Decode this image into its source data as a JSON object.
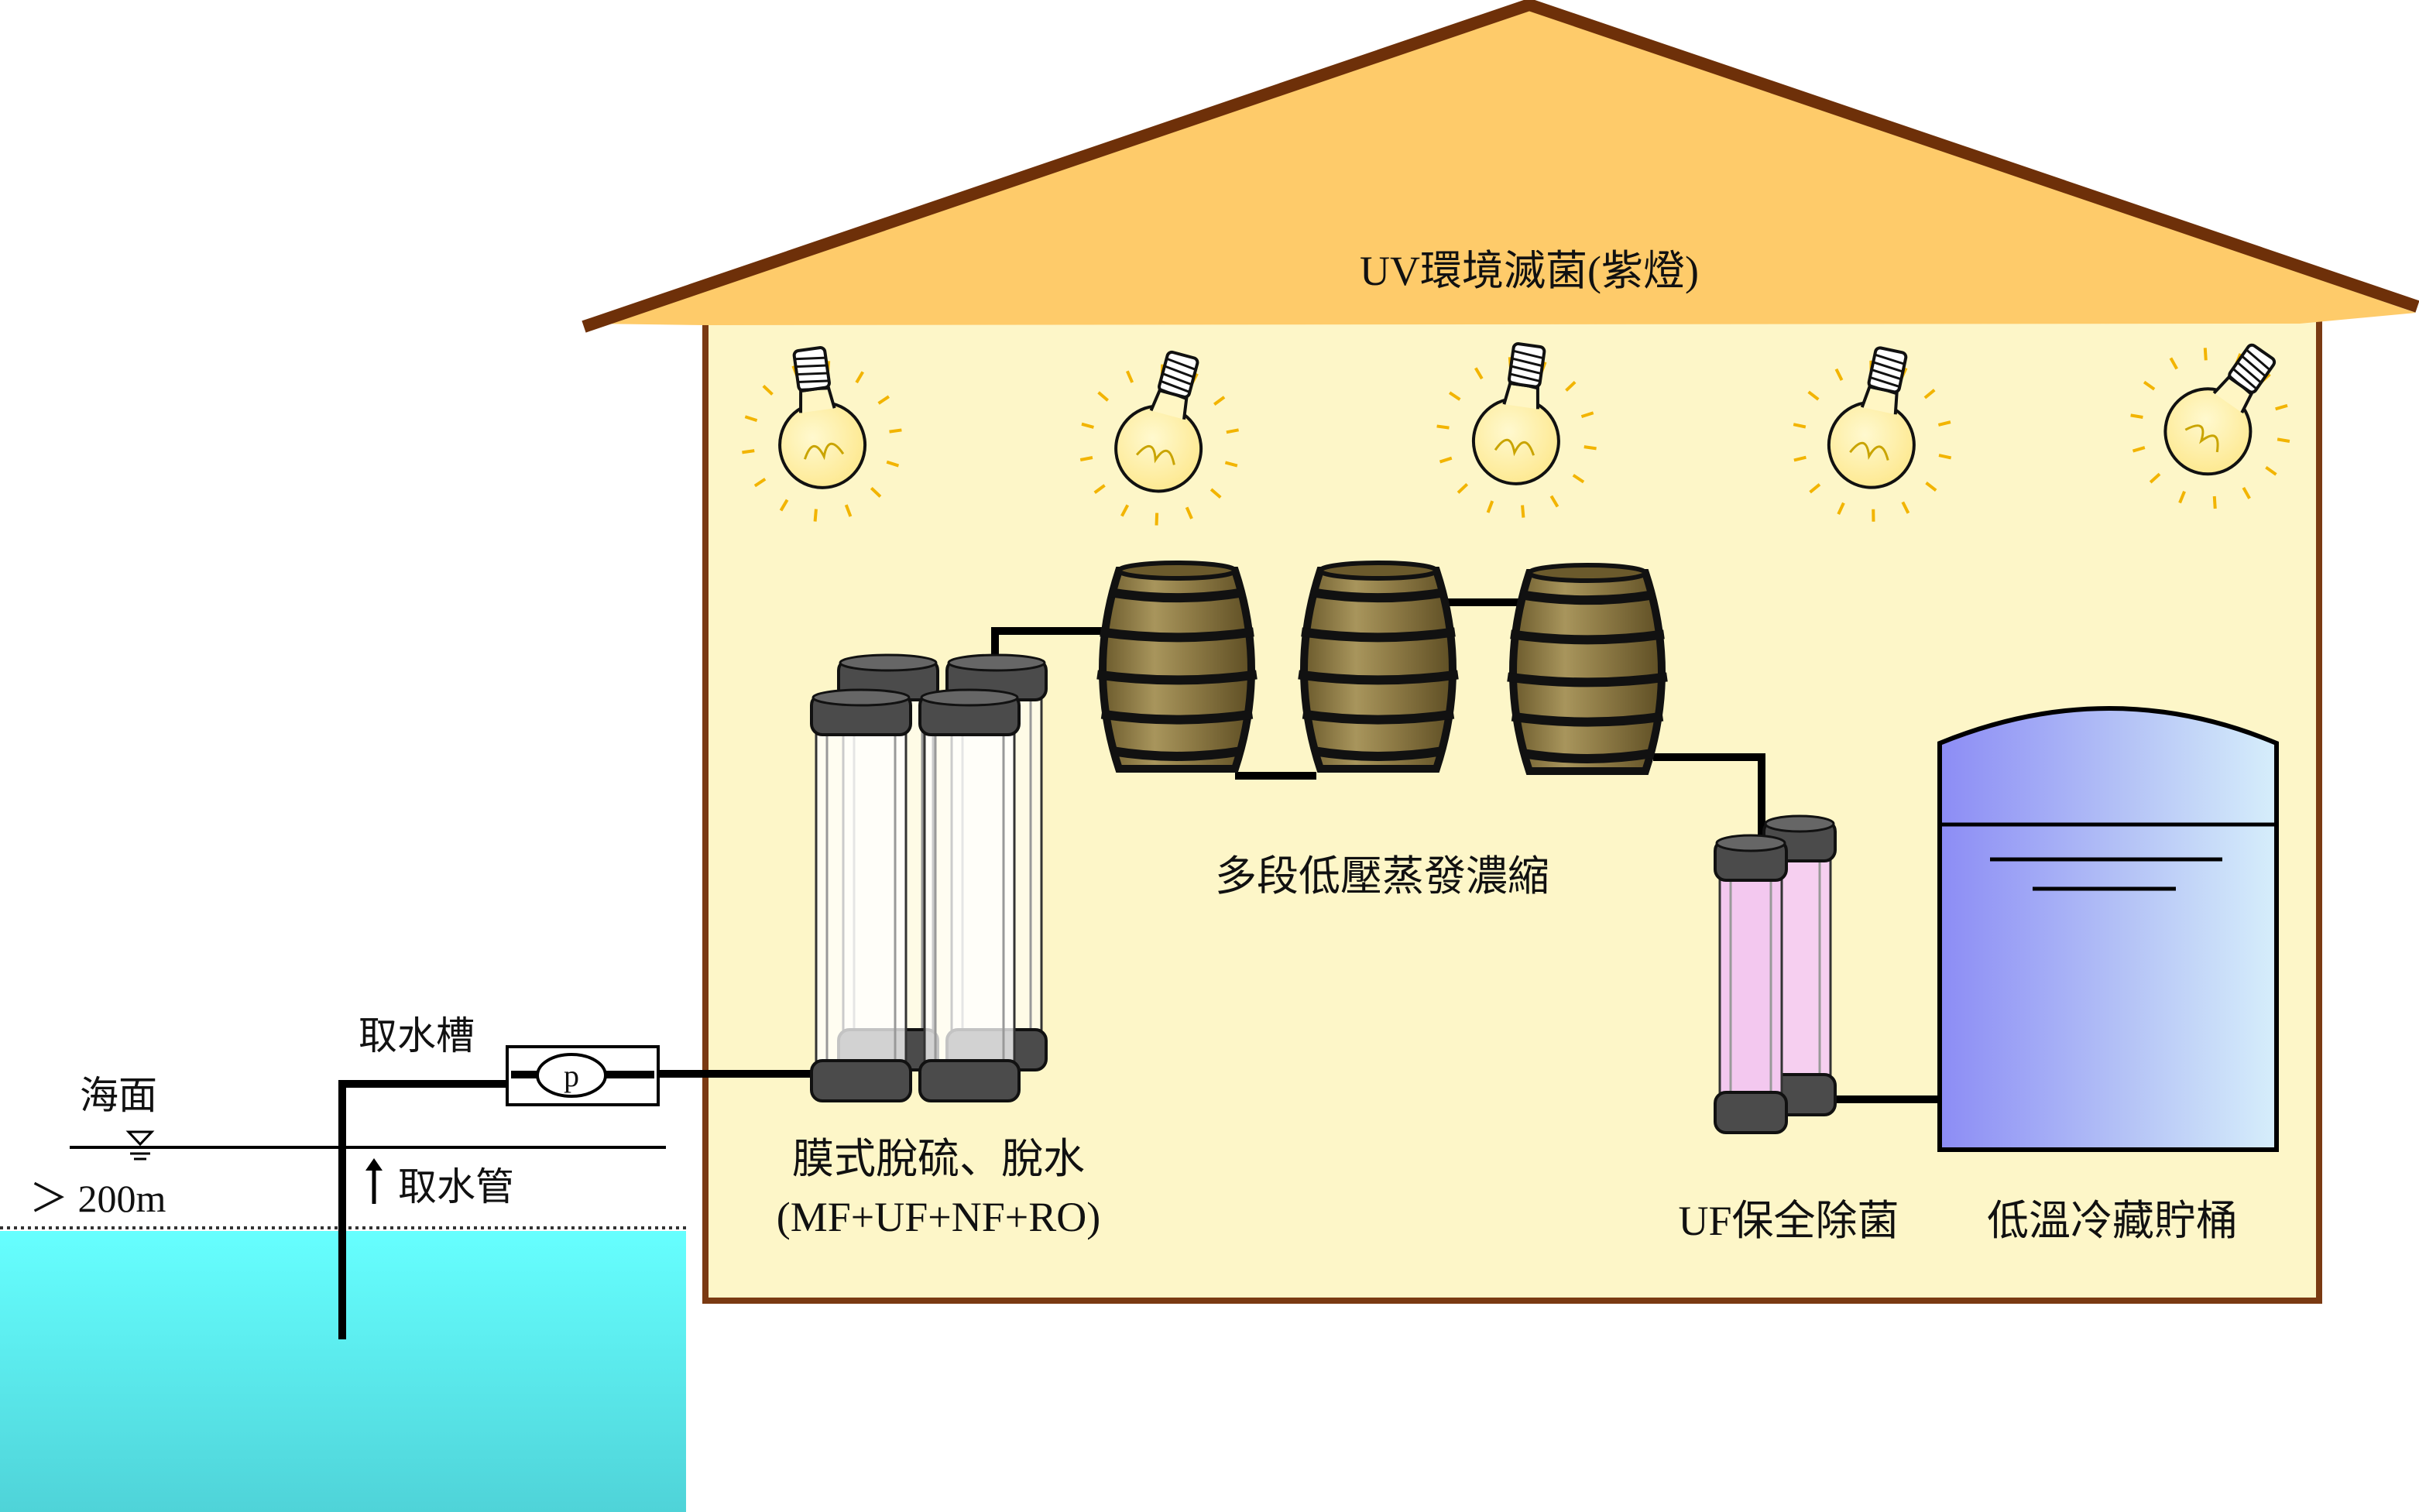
{
  "colors": {
    "roof": "#fecb6a",
    "roof_edge": "#6e3009",
    "wall": "#fdf6c8",
    "wall_edge": "#7a3a12",
    "sea": "#63ffff",
    "barrel": "#8a7740",
    "pipe": "#000000"
  },
  "labels": {
    "uv": "UV環境滅菌(紫燈)",
    "evaporation": "多段低壓蒸發濃縮",
    "membrane_line1": "膜式脫硫、脫水",
    "membrane_line2": "(MF+UF+NF+RO)",
    "uf": "UF保全除菌",
    "storage": "低溫冷藏貯桶",
    "intake_tank": "取水槽",
    "sea_surface": "海面",
    "depth": "＞ 200m",
    "intake_pipe": "取水管",
    "pump": "p"
  },
  "icons": [
    "uv-bulb-icon",
    "pump-icon",
    "water-level-icon",
    "arrow-up-icon"
  ]
}
